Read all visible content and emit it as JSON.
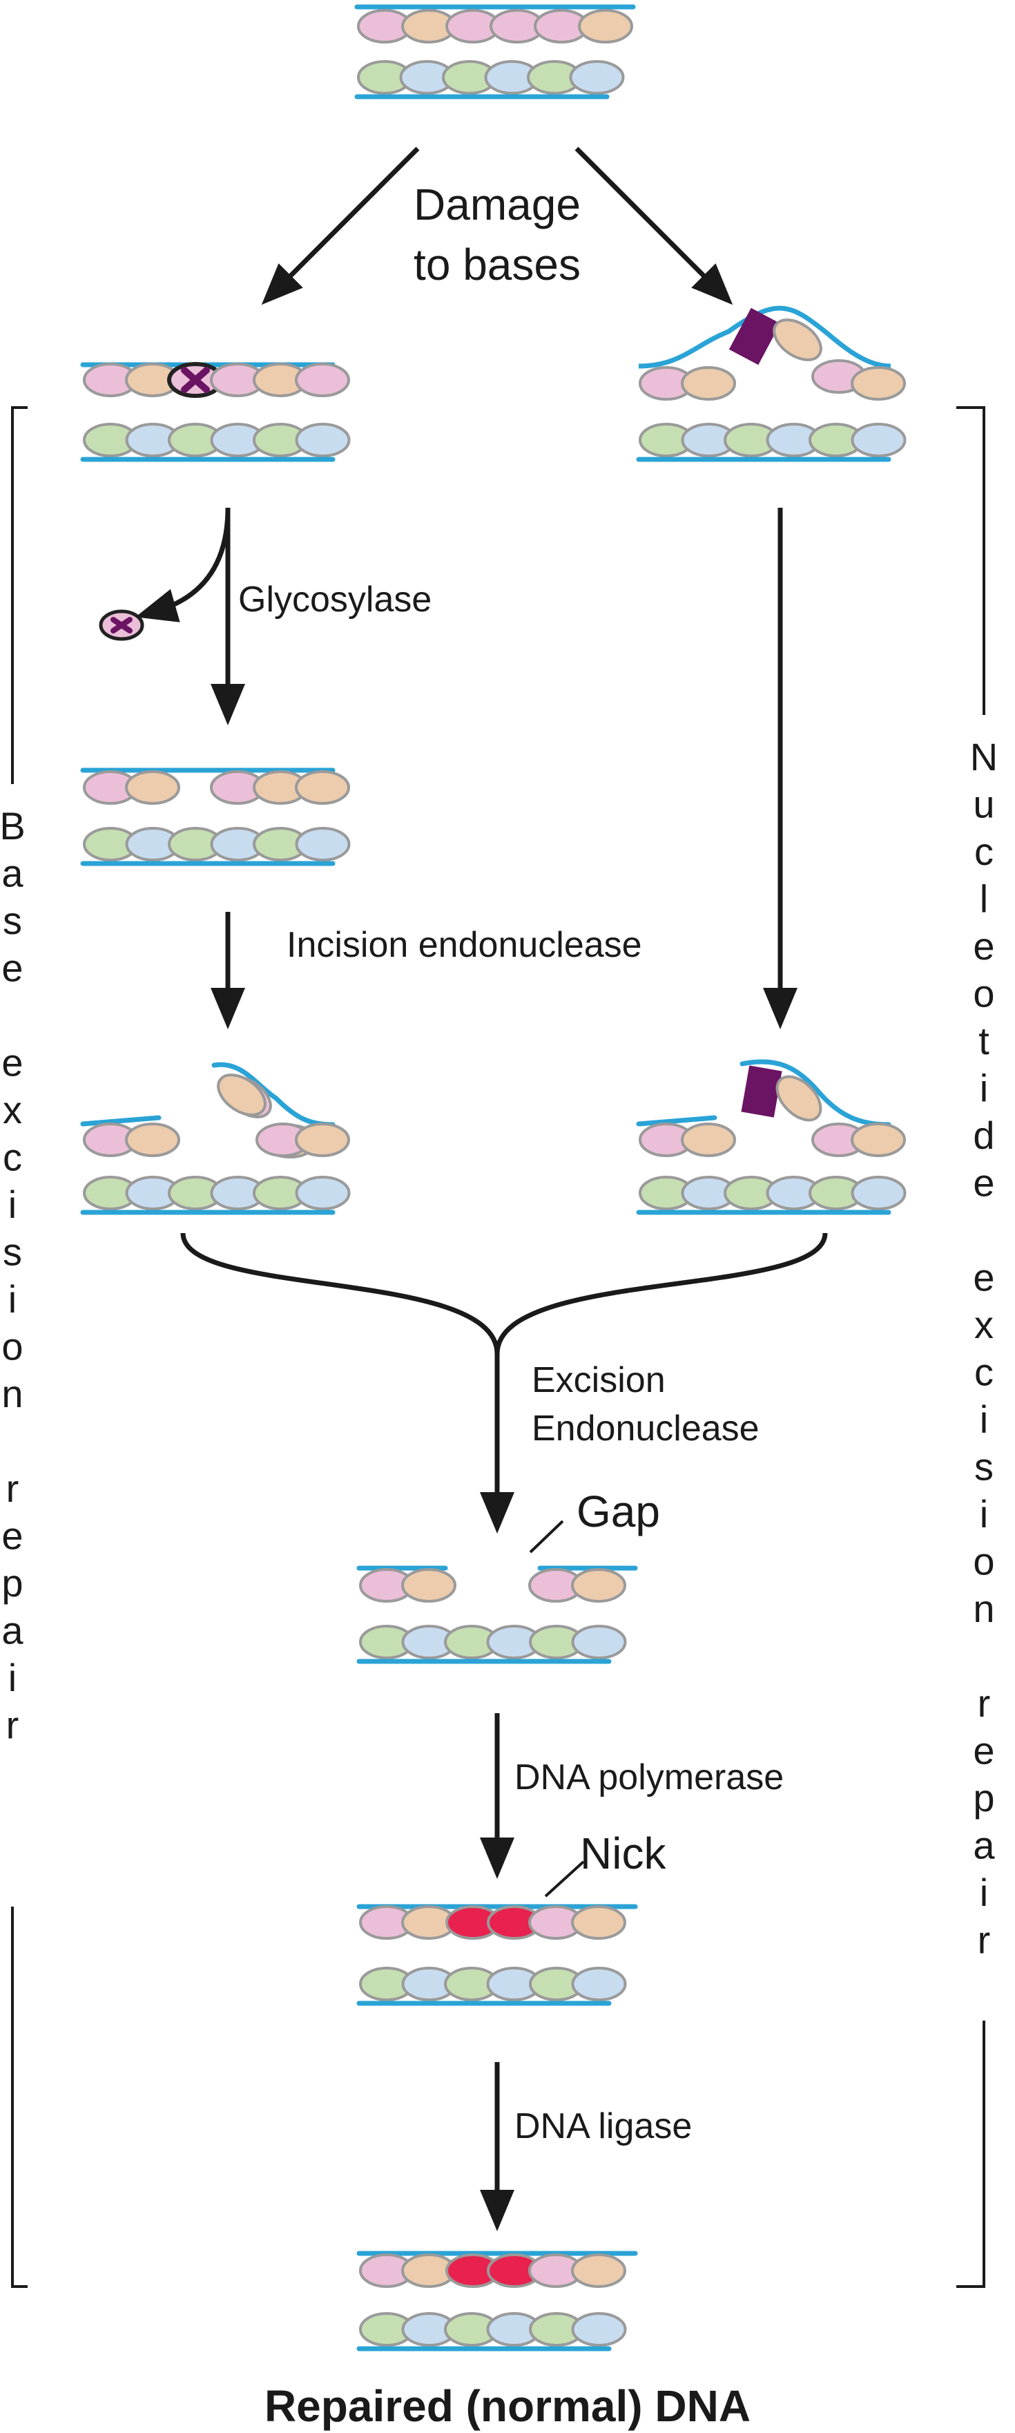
{
  "labels": {
    "damage": [
      "Damage",
      "to bases"
    ],
    "glycosylase": "Glycosylase",
    "incision": "Incision endonuclease",
    "excision": [
      "Excision",
      "Endonuclease"
    ],
    "gap": "Gap",
    "polymerase": "DNA polymerase",
    "nick": "Nick",
    "ligase": "DNA ligase",
    "caption": "Repaired (normal) DNA",
    "left_bracket": "Base excision repair",
    "right_bracket": "Nucleotide excision repair"
  },
  "colors": {
    "backbone": "#2aa3d6",
    "pink": "#ecbfd8",
    "tan": "#ecccad",
    "green": "#c6dfb2",
    "blue": "#c8dcf0",
    "red": "#e8214e",
    "purple": "#6b1463",
    "outline": "#9a9a9a",
    "arrow": "#1a1a1a"
  }
}
